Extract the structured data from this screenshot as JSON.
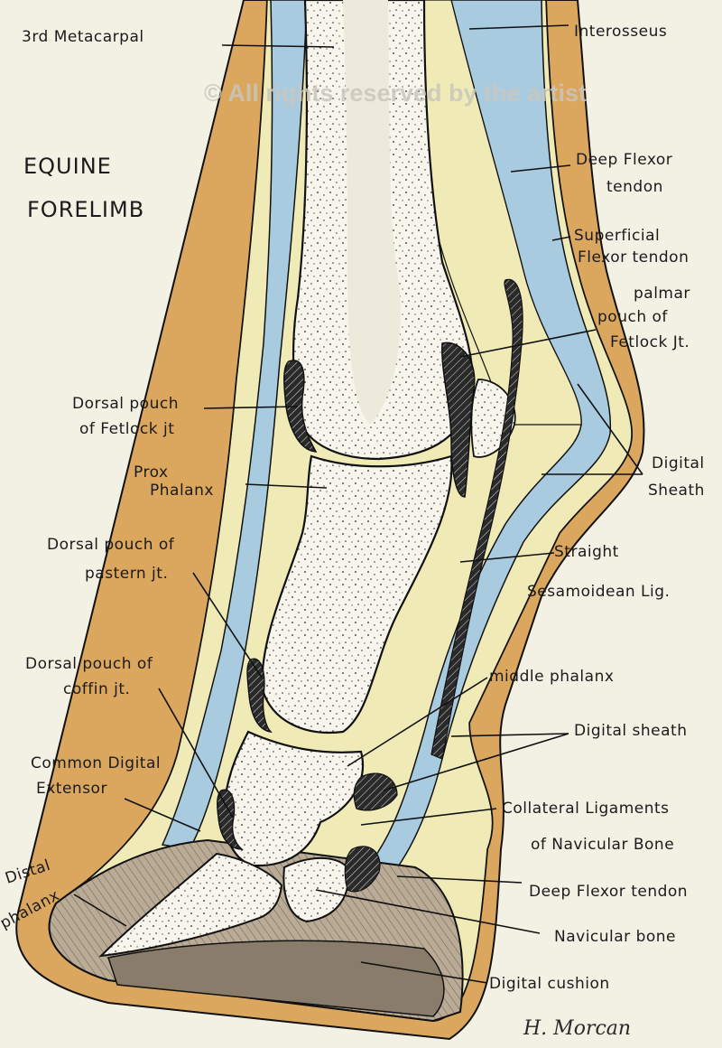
{
  "diagram": {
    "title_line1": "EQUINE",
    "title_line2": "FORELIMB",
    "watermark": "© All rights reserved by the artist",
    "signature": "H. Morcan",
    "labels": {
      "metacarpal": "3rd Metacarpal",
      "interosseus": "Interosseus",
      "deep_flexor_1": "Deep Flexor",
      "deep_flexor_2": "tendon",
      "superficial_1": "Superficial",
      "superficial_2": "Flexor tendon",
      "palmar_1": "palmar",
      "palmar_2": "pouch of",
      "palmar_3": "Fetlock Jt.",
      "dorsal_fetlock_1": "Dorsal pouch",
      "dorsal_fetlock_2": "of Fetlock jt",
      "prox_1": "Prox",
      "prox_2": "Phalanx",
      "digital_sheath_1": "Digital",
      "digital_sheath_2": "Sheath",
      "dorsal_pastern_1": "Dorsal pouch of",
      "dorsal_pastern_2": "pastern jt.",
      "straight_1": "Straight",
      "straight_2": "Sesamoidean Lig.",
      "dorsal_coffin_1": "Dorsal pouch of",
      "dorsal_coffin_2": "coffin jt.",
      "middle_phalanx": "middle phalanx",
      "digital_sheath_lower": "Digital sheath",
      "common_ext_1": "Common Digital",
      "common_ext_2": "Extensor",
      "collateral_1": "Collateral Ligaments",
      "collateral_2": "of Navicular Bone",
      "distal_1": "Distal",
      "distal_2": "phalanx",
      "deep_flexor_lower": "Deep Flexor tendon",
      "navicular": "Navicular bone",
      "cushion": "Digital cushion"
    }
  },
  "colors": {
    "paper": "#f3f1e4",
    "tendon_blue": "#a9cbe0",
    "fat_yellow": "#f0ebb6",
    "skin_orange": "#dba65e",
    "bone": "#f7f5ec",
    "hoof_brown": "#b9ab95",
    "ink": "#111111"
  }
}
